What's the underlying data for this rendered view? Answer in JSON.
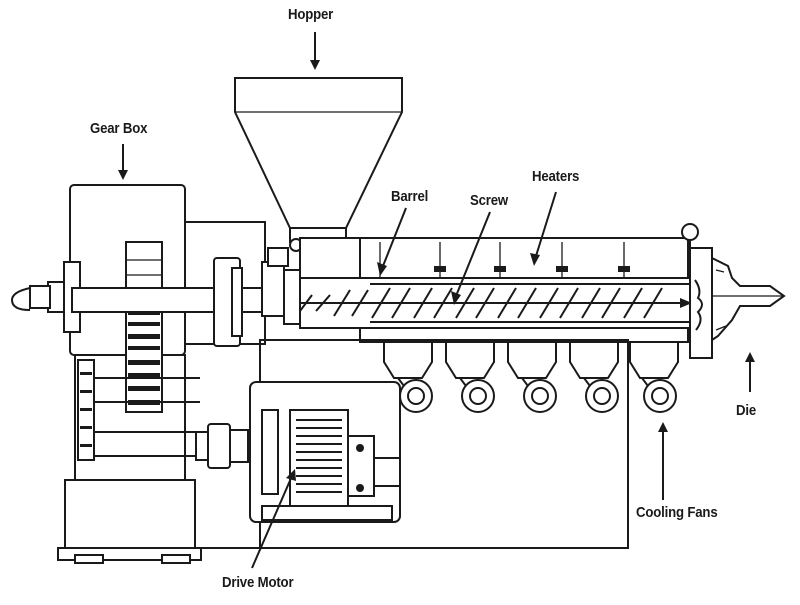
{
  "diagram": {
    "labels": {
      "hopper": "Hopper",
      "gear_box": "Gear Box",
      "barrel": "Barrel",
      "screw": "Screw",
      "heaters": "Heaters",
      "die": "Die",
      "cooling_fans": "Cooling Fans",
      "drive_motor": "Drive Motor"
    },
    "colors": {
      "ink": "#1a1a1a",
      "background": "#ffffff"
    }
  }
}
